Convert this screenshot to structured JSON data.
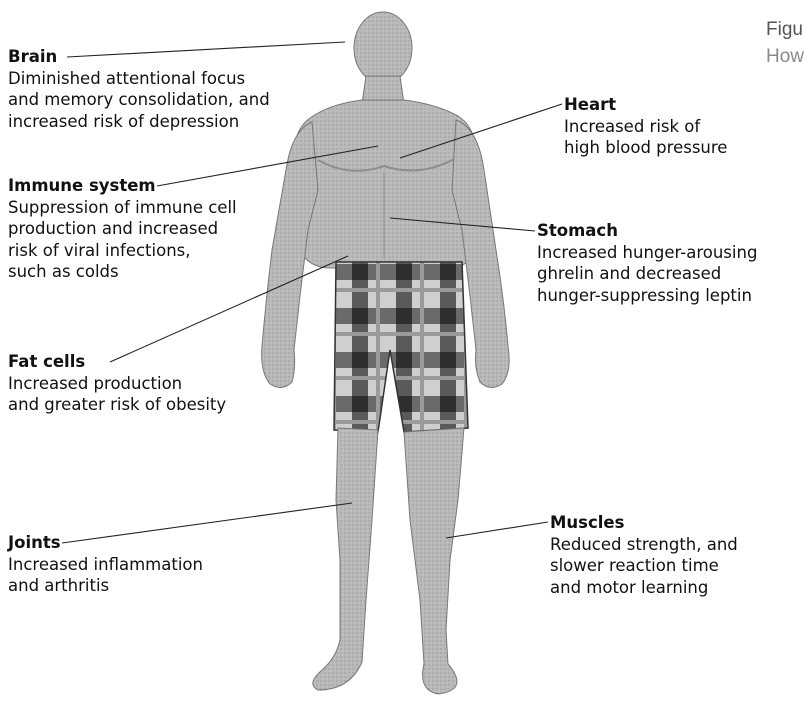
{
  "figure": {
    "caption_fragment": "Figu",
    "subtitle_fragment": "How"
  },
  "callouts": {
    "brain": {
      "title": "Brain",
      "lines": [
        "Diminished attentional focus",
        "and memory consolidation, and",
        "increased risk of depression"
      ]
    },
    "immune": {
      "title": "Immune system",
      "lines": [
        "Suppression of immune cell",
        "production and increased",
        "risk of viral infections,",
        "such as colds"
      ]
    },
    "fat": {
      "title": "Fat cells",
      "lines": [
        "Increased production",
        "and greater risk of obesity"
      ]
    },
    "joints": {
      "title": "Joints",
      "lines": [
        "Increased inflammation",
        "and arthritis"
      ]
    },
    "heart": {
      "title": "Heart",
      "lines": [
        "Increased risk of",
        "high blood pressure"
      ]
    },
    "stomach": {
      "title": "Stomach",
      "lines": [
        "Increased hunger-arousing",
        "ghrelin and decreased",
        "hunger-suppressing leptin"
      ]
    },
    "muscles": {
      "title": "Muscles",
      "lines": [
        "Reduced strength, and",
        "slower reaction time",
        "and motor learning"
      ]
    }
  },
  "colors": {
    "skin": "#b9b9b9",
    "skin_shadow": "#8e8e8e",
    "boxer_dark": "#3c3c3c",
    "boxer_light": "#cfcfcf",
    "leader": "#222222"
  }
}
